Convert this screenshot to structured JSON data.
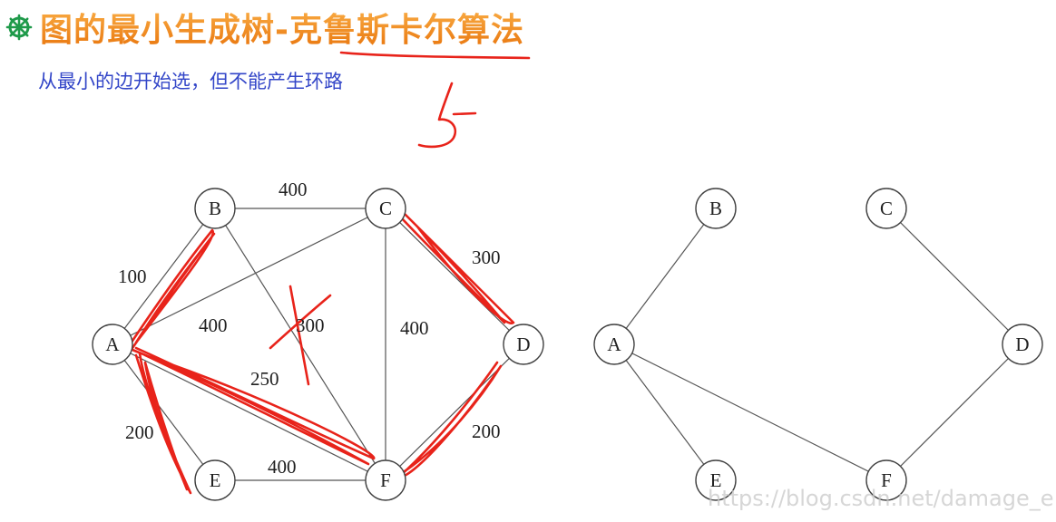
{
  "header": {
    "title": "图的最小生成树-克鲁斯卡尔算法",
    "bullet_icon": "wheel-bullet-icon",
    "title_color": "#f08a1a"
  },
  "subtitle": "从最小的边开始选，但不能产生环路",
  "handwriting": {
    "digit": "5",
    "color": "#e8231a"
  },
  "left_graph": {
    "nodes": [
      {
        "id": "A",
        "label": "A"
      },
      {
        "id": "B",
        "label": "B"
      },
      {
        "id": "C",
        "label": "C"
      },
      {
        "id": "D",
        "label": "D"
      },
      {
        "id": "E",
        "label": "E"
      },
      {
        "id": "F",
        "label": "F"
      }
    ],
    "edges": [
      {
        "from": "A",
        "to": "B",
        "weight": "100",
        "highlighted": true
      },
      {
        "from": "B",
        "to": "C",
        "weight": "400",
        "highlighted": false
      },
      {
        "from": "A",
        "to": "C",
        "weight": "400",
        "highlighted": false
      },
      {
        "from": "B",
        "to": "F",
        "weight": "300",
        "highlighted": false,
        "crossed_out": true
      },
      {
        "from": "C",
        "to": "F",
        "weight": "400",
        "highlighted": false
      },
      {
        "from": "C",
        "to": "D",
        "weight": "300",
        "highlighted": true
      },
      {
        "from": "A",
        "to": "F",
        "weight": "250",
        "highlighted": true
      },
      {
        "from": "A",
        "to": "E",
        "weight": "200",
        "highlighted": true
      },
      {
        "from": "E",
        "to": "F",
        "weight": "400",
        "highlighted": false
      },
      {
        "from": "D",
        "to": "F",
        "weight": "200",
        "highlighted": true
      }
    ]
  },
  "right_graph": {
    "nodes": [
      {
        "id": "A",
        "label": "A"
      },
      {
        "id": "B",
        "label": "B"
      },
      {
        "id": "C",
        "label": "C"
      },
      {
        "id": "D",
        "label": "D"
      },
      {
        "id": "E",
        "label": "E"
      },
      {
        "id": "F",
        "label": "F"
      }
    ],
    "edges": [
      {
        "from": "A",
        "to": "B"
      },
      {
        "from": "A",
        "to": "E"
      },
      {
        "from": "A",
        "to": "F"
      },
      {
        "from": "C",
        "to": "D"
      },
      {
        "from": "D",
        "to": "F"
      }
    ]
  },
  "watermark": "https://blog.csdn.net/damage_e"
}
